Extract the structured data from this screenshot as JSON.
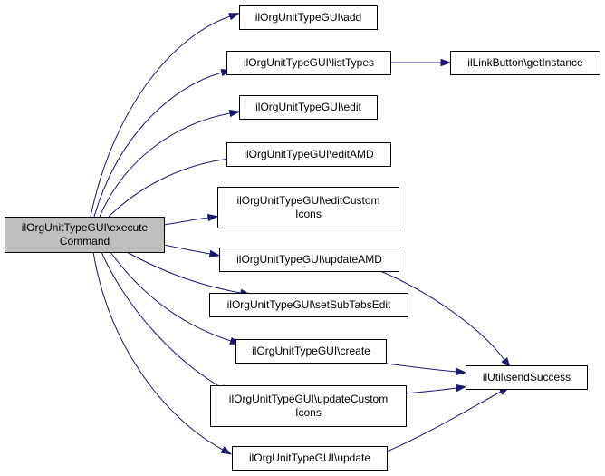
{
  "nodes": {
    "execute_command": {
      "lines": [
        "ilOrgUnitTypeGUI\\execute",
        "Command"
      ],
      "root": true
    },
    "add": {
      "lines": [
        "ilOrgUnitTypeGUI\\add"
      ]
    },
    "list_types": {
      "lines": [
        "ilOrgUnitTypeGUI\\listTypes"
      ]
    },
    "edit": {
      "lines": [
        "ilOrgUnitTypeGUI\\edit"
      ]
    },
    "edit_amd": {
      "lines": [
        "ilOrgUnitTypeGUI\\editAMD"
      ]
    },
    "edit_custom_icons": {
      "lines": [
        "ilOrgUnitTypeGUI\\editCustom",
        "Icons"
      ]
    },
    "update_amd": {
      "lines": [
        "ilOrgUnitTypeGUI\\updateAMD"
      ]
    },
    "set_sub_tabs_edit": {
      "lines": [
        "ilOrgUnitTypeGUI\\setSubTabsEdit"
      ]
    },
    "create": {
      "lines": [
        "ilOrgUnitTypeGUI\\create"
      ]
    },
    "update_custom_icons": {
      "lines": [
        "ilOrgUnitTypeGUI\\updateCustom",
        "Icons"
      ]
    },
    "update": {
      "lines": [
        "ilOrgUnitTypeGUI\\update"
      ]
    },
    "link_button_get_instance": {
      "lines": [
        "ilLinkButton\\getInstance"
      ]
    },
    "util_send_success": {
      "lines": [
        "ilUtil\\sendSuccess"
      ]
    }
  },
  "edges": [
    [
      "execute_command",
      "add"
    ],
    [
      "execute_command",
      "list_types"
    ],
    [
      "execute_command",
      "edit"
    ],
    [
      "execute_command",
      "edit_amd"
    ],
    [
      "execute_command",
      "edit_custom_icons"
    ],
    [
      "execute_command",
      "update_amd"
    ],
    [
      "execute_command",
      "set_sub_tabs_edit"
    ],
    [
      "execute_command",
      "create"
    ],
    [
      "execute_command",
      "update_custom_icons"
    ],
    [
      "execute_command",
      "update"
    ],
    [
      "list_types",
      "link_button_get_instance"
    ],
    [
      "update_amd",
      "util_send_success"
    ],
    [
      "create",
      "util_send_success"
    ],
    [
      "update_custom_icons",
      "util_send_success"
    ],
    [
      "update",
      "util_send_success"
    ]
  ],
  "colors": {
    "edge": "#191970",
    "root_fill": "#bfbfbf",
    "node_fill": "#ffffff",
    "node_border": "#000000"
  }
}
